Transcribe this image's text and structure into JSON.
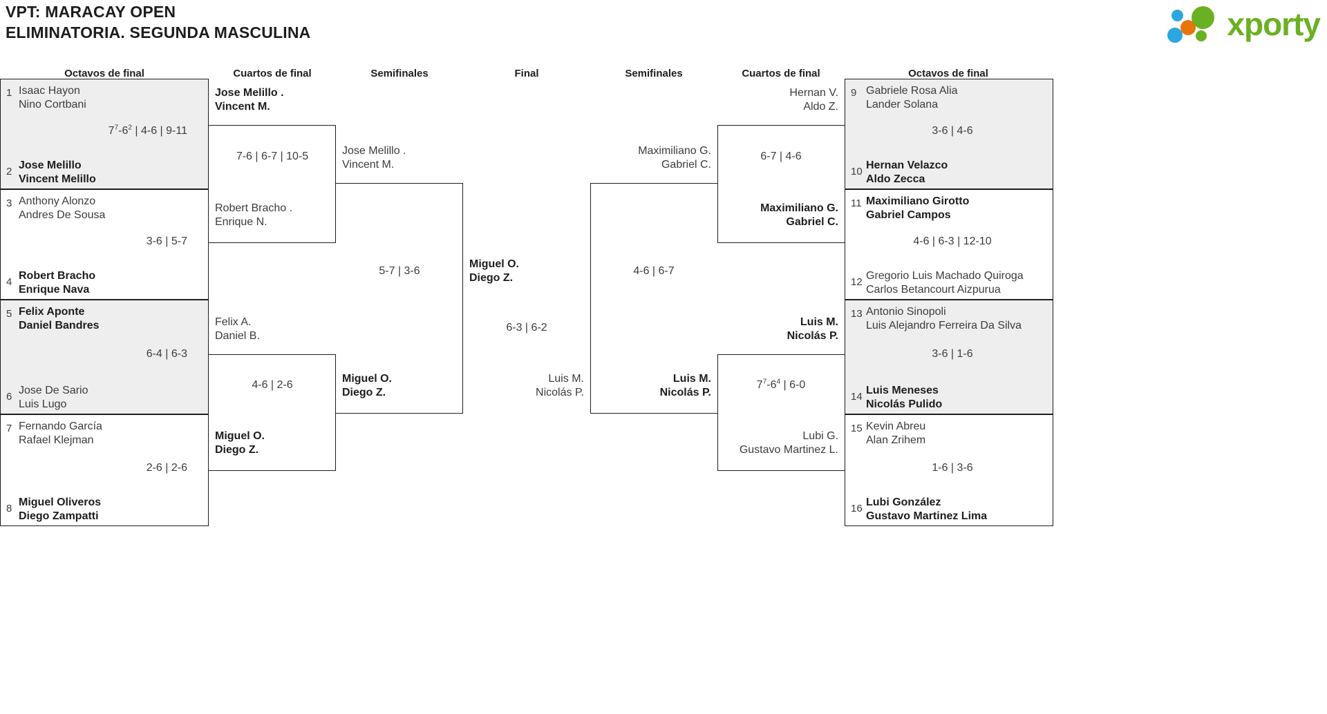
{
  "header": {
    "title_line1": "VPT: MARACAY OPEN",
    "title_line2": "ELIMINATORIA. SEGUNDA MASCULINA",
    "logo_word": "xporty",
    "logo_colors": {
      "blue": "#2ba6de",
      "orange": "#e8740c",
      "green": "#6ab023"
    }
  },
  "round_headers": {
    "left_r16": "Octavos de final",
    "left_qf": "Cuartos de final",
    "left_sf": "Semifinales",
    "final": "Final",
    "right_sf": "Semifinales",
    "right_qf": "Cuartos de final",
    "right_r16": "Octavos de final"
  },
  "left_r16": [
    {
      "seed_a": "1",
      "team_a_p1": "Isaac Hayon",
      "team_a_p2": "Nino Cortbani",
      "a_winner": false,
      "seed_b": "2",
      "team_b_p1": "Jose Melillo",
      "team_b_p2": "Vincent Melillo",
      "b_winner": true,
      "score": "7<sup>7</sup>-6<sup>2</sup> | 4-6 | 9-11",
      "score_plain": "77-62 | 4-6 | 9-11"
    },
    {
      "seed_a": "3",
      "team_a_p1": "Anthony Alonzo",
      "team_a_p2": "Andres De Sousa",
      "a_winner": false,
      "seed_b": "4",
      "team_b_p1": "Robert Bracho",
      "team_b_p2": "Enrique Nava",
      "b_winner": true,
      "score": "3-6 | 5-7",
      "score_plain": "3-6 | 5-7"
    },
    {
      "seed_a": "5",
      "team_a_p1": "Felix Aponte",
      "team_a_p2": "Daniel Bandres",
      "a_winner": true,
      "seed_b": "6",
      "team_b_p1": "Jose De Sario",
      "team_b_p2": "Luis Lugo",
      "b_winner": false,
      "score": "6-4 | 6-3",
      "score_plain": "6-4 | 6-3"
    },
    {
      "seed_a": "7",
      "team_a_p1": "Fernando García",
      "team_a_p2": "Rafael Klejman",
      "a_winner": false,
      "seed_b": "8",
      "team_b_p1": "Miguel Oliveros",
      "team_b_p2": "Diego Zampatti",
      "b_winner": true,
      "score": "2-6 | 2-6",
      "score_plain": "2-6 | 2-6"
    }
  ],
  "left_qf": [
    {
      "team_a_p1": "Jose Melillo .",
      "team_a_p2": "Vincent M.",
      "a_winner": true,
      "team_b_p1": "Robert Bracho .",
      "team_b_p2": "Enrique N.",
      "b_winner": false,
      "score": "7-6 | 6-7 | 10-5"
    },
    {
      "team_a_p1": "Felix A.",
      "team_a_p2": "Daniel B.",
      "a_winner": false,
      "team_b_p1": "Miguel O.",
      "team_b_p2": "Diego Z.",
      "b_winner": true,
      "score": "4-6 | 2-6"
    }
  ],
  "left_sf": [
    {
      "team_a_p1": "Jose Melillo .",
      "team_a_p2": "Vincent M.",
      "a_winner": false,
      "team_b_p1": "Miguel O.",
      "team_b_p2": "Diego Z.",
      "b_winner": true,
      "score": "5-7 | 3-6"
    }
  ],
  "final": {
    "team_a_p1": "Miguel O.",
    "team_a_p2": "Diego Z.",
    "a_winner": true,
    "team_b_p1": "Luis M.",
    "team_b_p2": "Nicolás P.",
    "b_winner": false,
    "score": "6-3 | 6-2"
  },
  "right_sf": [
    {
      "team_a_p1": "Maximiliano G.",
      "team_a_p2": "Gabriel C.",
      "a_winner": false,
      "team_b_p1": "Luis M.",
      "team_b_p2": "Nicolás P.",
      "b_winner": true,
      "score": "4-6 | 6-7"
    }
  ],
  "right_qf": [
    {
      "team_a_p1": "Hernan V.",
      "team_a_p2": "Aldo Z.",
      "a_winner": false,
      "team_b_p1": "Maximiliano G.",
      "team_b_p2": "Gabriel C.",
      "b_winner": true,
      "score": "6-7 | 4-6"
    },
    {
      "team_a_p1": "Luis M.",
      "team_a_p2": "Nicolás P.",
      "a_winner": true,
      "team_b_p1": "Lubi G.",
      "team_b_p2": "Gustavo Martinez L.",
      "b_winner": false,
      "score": "7<sup>7</sup>-6<sup>4</sup> | 6-0",
      "score_plain": "77-64 | 6-0"
    }
  ],
  "right_r16": [
    {
      "seed_a": "9",
      "team_a_p1": "Gabriele Rosa Alia",
      "team_a_p2": "Lander Solana",
      "a_winner": false,
      "seed_b": "10",
      "team_b_p1": "Hernan Velazco",
      "team_b_p2": "Aldo Zecca",
      "b_winner": true,
      "score": "3-6 | 4-6"
    },
    {
      "seed_a": "11",
      "team_a_p1": "Maximiliano Girotto",
      "team_a_p2": "Gabriel Campos",
      "a_winner": true,
      "seed_b": "12",
      "team_b_p1": "Gregorio Luis Machado Quiroga",
      "team_b_p2": "Carlos Betancourt Aizpurua",
      "b_winner": false,
      "score": "4-6 | 6-3 | 12-10"
    },
    {
      "seed_a": "13",
      "team_a_p1": "Antonio Sinopoli",
      "team_a_p2": "Luis Alejandro Ferreira Da Silva",
      "a_winner": false,
      "seed_b": "14",
      "team_b_p1": "Luis Meneses",
      "team_b_p2": "Nicolás Pulido",
      "b_winner": true,
      "score": "3-6 | 1-6"
    },
    {
      "seed_a": "15",
      "team_a_p1": "Kevin Abreu",
      "team_a_p2": "Alan Zrihem",
      "a_winner": false,
      "seed_b": "16",
      "team_b_p1": "Lubi González",
      "team_b_p2": "Gustavo Martinez Lima",
      "b_winner": true,
      "score": "1-6 | 3-6"
    }
  ]
}
